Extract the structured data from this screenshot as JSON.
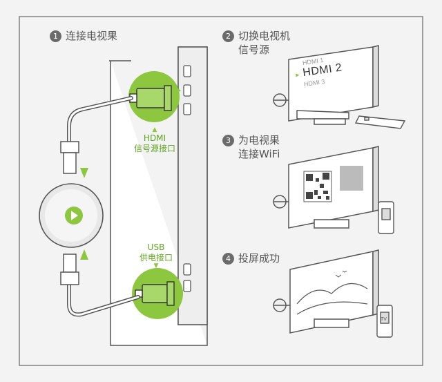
{
  "steps": [
    {
      "num": "1",
      "lines": [
        "连接电视果"
      ]
    },
    {
      "num": "2",
      "lines": [
        "切换电视机",
        "信号源"
      ]
    },
    {
      "num": "3",
      "lines": [
        "为电视果",
        "连接WiFi"
      ]
    },
    {
      "num": "4",
      "lines": [
        "投屏成功"
      ]
    }
  ],
  "callouts": {
    "hdmi": [
      "HDMI",
      "信号源接口"
    ],
    "usb": [
      "USB",
      "供电接口"
    ]
  },
  "tv_menu": {
    "item1": "HDMI 1",
    "item2": "HDMI 2",
    "item3": "HDMI 3",
    "marker": "▸"
  },
  "phone_tv_label": "TV",
  "colors": {
    "accent_green": "#8dc63f",
    "callout_text": "#5fa51f",
    "line": "#555555",
    "background": "#f3f3f3"
  },
  "icons": [
    "hdmi-plug-icon",
    "usb-plug-icon",
    "chromecast-dongle-icon",
    "qr-code-icon",
    "phone-icon",
    "remote-control-icon",
    "landscape-icon",
    "birds-icon"
  ]
}
